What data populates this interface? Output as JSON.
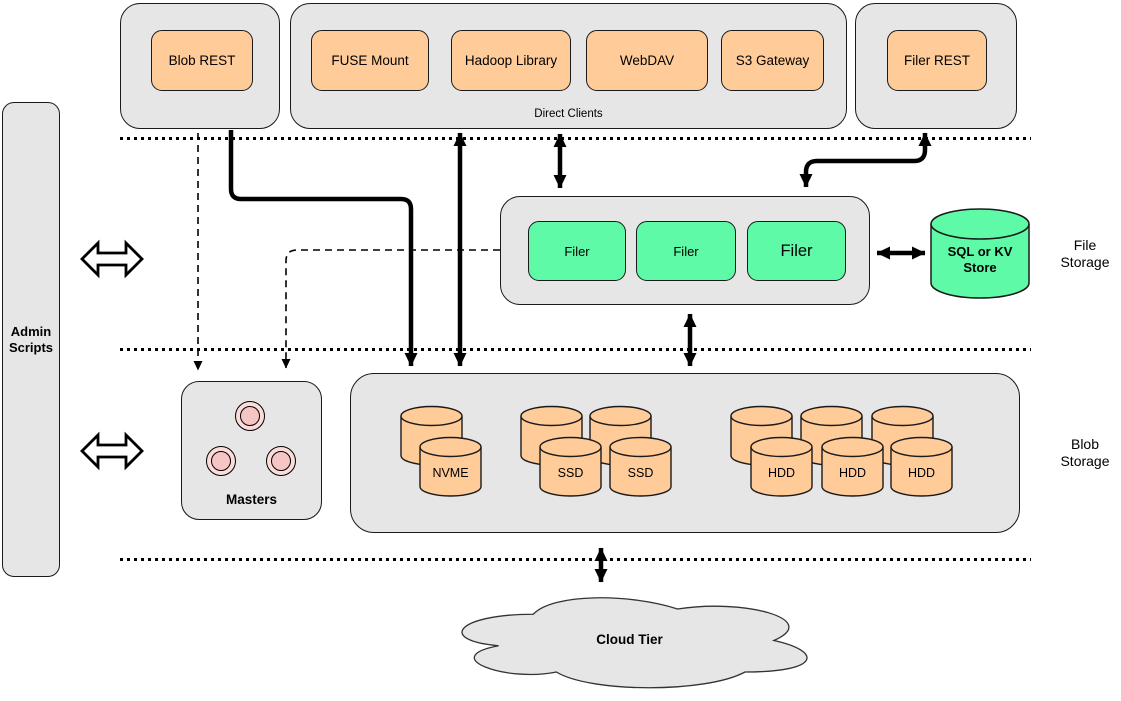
{
  "admin": {
    "line1": "Admin",
    "line2": "Scripts"
  },
  "top": {
    "blob_rest": {
      "label": "Blob REST"
    },
    "direct_clients": {
      "caption": "Direct Clients",
      "items": [
        "FUSE Mount",
        "Hadoop Library",
        "WebDAV",
        "S3 Gateway"
      ]
    },
    "filer_rest": {
      "label": "Filer REST"
    }
  },
  "file_storage": {
    "filers": [
      "Filer",
      "Filer",
      "Filer"
    ],
    "store": {
      "line1": "SQL or KV",
      "line2": "Store"
    },
    "section": {
      "line1": "File",
      "line2": "Storage"
    }
  },
  "blob_storage": {
    "masters_label": "Masters",
    "groups": [
      {
        "labels": [
          "NVME"
        ]
      },
      {
        "labels": [
          "SSD",
          "SSD"
        ]
      },
      {
        "labels": [
          "HDD",
          "HDD",
          "HDD"
        ]
      }
    ],
    "section": {
      "line1": "Blob",
      "line2": "Storage"
    }
  },
  "cloud": {
    "label": "Cloud Tier"
  },
  "colors": {
    "container": "#E6E6E6",
    "accent_orange": "#FFCC99",
    "accent_green": "#5FFAA8",
    "pink": "#F5C6C4",
    "pink_light": "#FBDCDA"
  }
}
